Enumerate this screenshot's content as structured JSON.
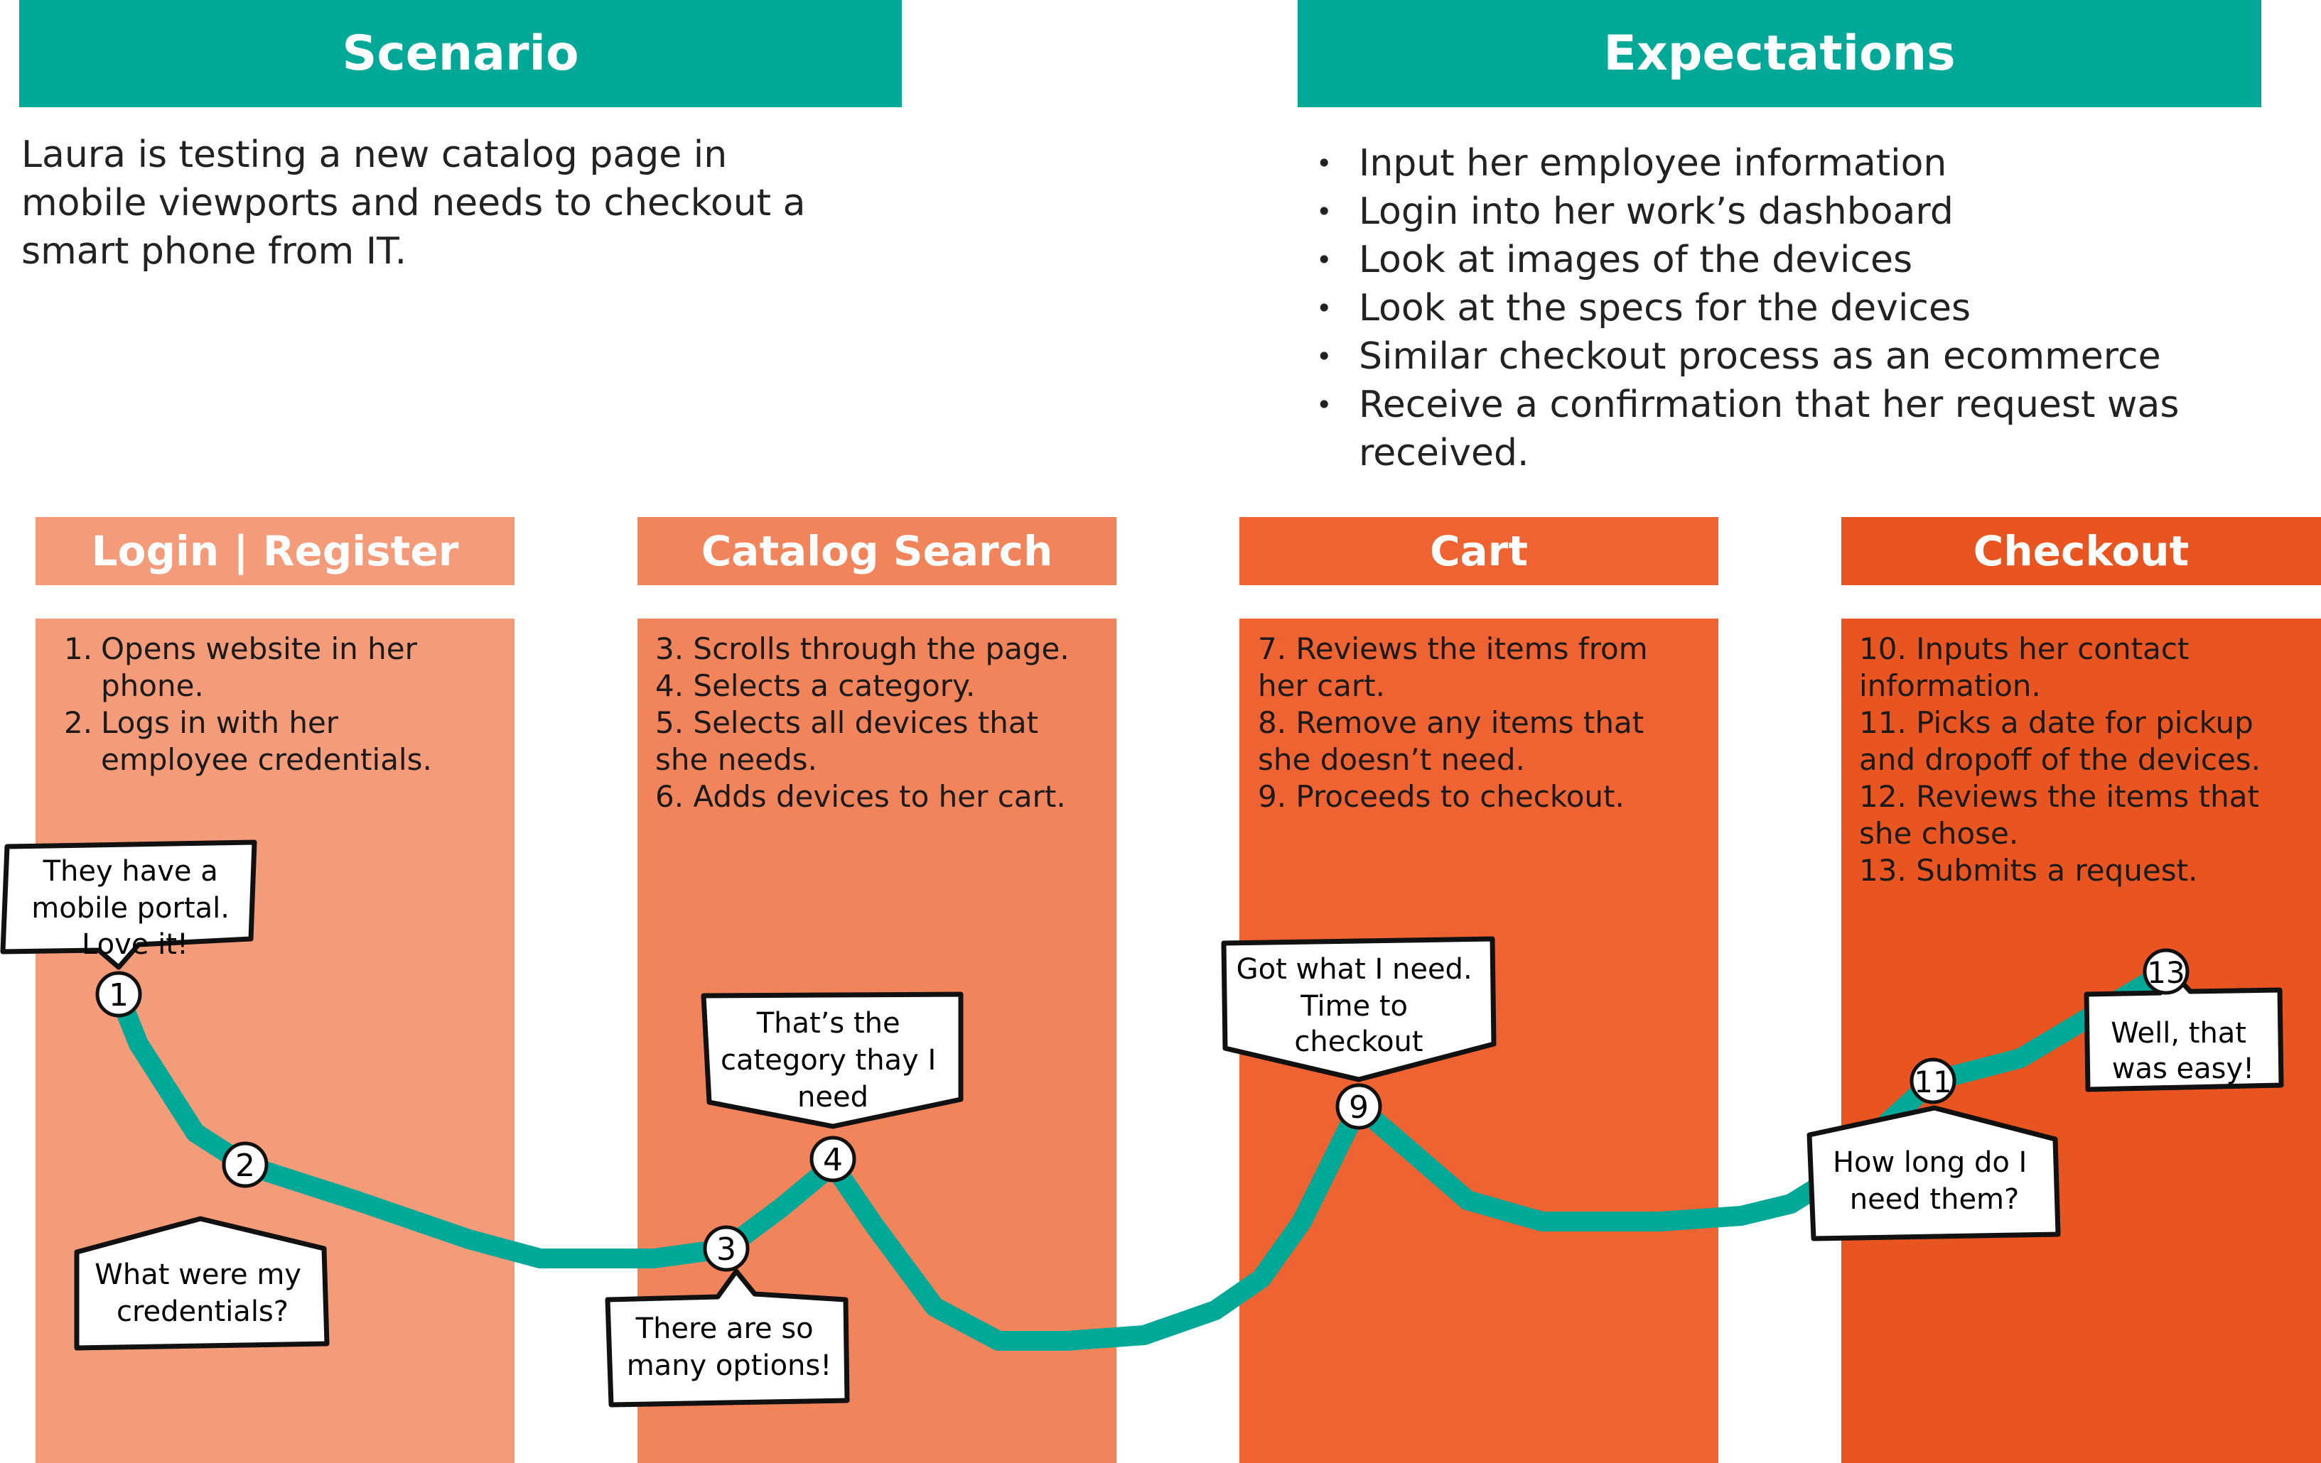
{
  "scenario": {
    "title": "Scenario",
    "text_lines": [
      "Laura is testing a new catalog page in",
      "mobile viewports and needs to checkout a",
      "smart phone from IT."
    ]
  },
  "expectations": {
    "title": "Expectations",
    "items": [
      "Input her employee information",
      "Login into her work’s dashboard",
      "Look at images of the devices",
      "Look at the specs for the devices",
      "Similar checkout process as an ecommerce",
      "Receive a confirmation that her request was received."
    ]
  },
  "stages": [
    {
      "title": "Login | Register",
      "color": "#F49B79",
      "steps": [
        {
          "num": "1.",
          "text": "Opens website in her phone."
        },
        {
          "num": "2.",
          "text": "Logs in with her employee credentials."
        }
      ]
    },
    {
      "title": "Catalog Search",
      "color": "#F2845C",
      "steps": [
        "3. Scrolls through the page.",
        "4. Selects a category.",
        "5. Selects all devices that",
        "she needs.",
        "6. Adds devices to her cart."
      ]
    },
    {
      "title": "Cart",
      "color": "#EF6332",
      "steps": [
        "7. Reviews the items from",
        "her cart.",
        "8. Remove any items that",
        "she doesn’t need.",
        "9. Proceeds to checkout."
      ]
    },
    {
      "title": "Checkout",
      "color": "#E85520",
      "steps": [
        "10. Inputs her contact",
        "information.",
        "11. Picks a date for pickup",
        "and dropoff of the devices.",
        "12. Reviews the items that",
        "she chose.",
        "13. Submits a request."
      ]
    }
  ],
  "journey": {
    "line_color": "#00A898",
    "points": [
      {
        "label": "1"
      },
      {
        "label": "2"
      },
      {
        "label": "3"
      },
      {
        "label": "4"
      },
      {
        "label": "9"
      },
      {
        "label": "11"
      },
      {
        "label": "13"
      }
    ],
    "bubbles": [
      {
        "lines": [
          "They have a",
          "mobile portal.",
          "Love it!"
        ]
      },
      {
        "lines": [
          "What were my",
          "credentials?"
        ]
      },
      {
        "lines": [
          "There are so",
          "many options!"
        ]
      },
      {
        "lines": [
          "That’s the",
          "category thay I",
          "need"
        ]
      },
      {
        "lines": [
          "Got what I need.",
          "Time to",
          "checkout"
        ]
      },
      {
        "lines": [
          "How long do I",
          "need them?"
        ]
      },
      {
        "lines": [
          "Well, that",
          "was easy!"
        ]
      }
    ]
  }
}
